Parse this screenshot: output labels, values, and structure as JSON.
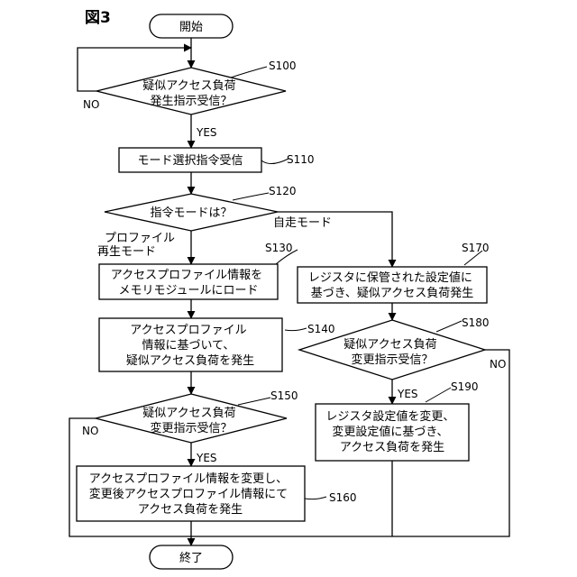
{
  "figure_label": "図3",
  "nodes": {
    "start": "開始",
    "s100": [
      "疑似アクセス負荷",
      "発生指示受信？"
    ],
    "s110": "モード選択指令受信",
    "s120": "指令モードは？",
    "s130": [
      "アクセスプロファイル情報を",
      "メモリモジュールにロード"
    ],
    "s140": [
      "アクセスプロファイル",
      "情報に基づいて、",
      "疑似アクセス負荷を発生"
    ],
    "s150": [
      "疑似アクセス負荷",
      "変更指示受信？"
    ],
    "s160": [
      "アクセスプロファイル情報を変更し、",
      "変更後アクセスプロファイル情報にて",
      "アクセス負荷を発生"
    ],
    "s170": [
      "レジスタに保管された設定値に",
      "基づき、疑似アクセス負荷発生"
    ],
    "s180": [
      "疑似アクセス負荷",
      "変更指示受信？"
    ],
    "s190": [
      "レジスタ設定値を変更、",
      "変更設定値に基づき、",
      "アクセス負荷を発生"
    ],
    "end": "終了"
  },
  "step_labels": {
    "s100": "S100",
    "s110": "S110",
    "s120": "S120",
    "s130": "S130",
    "s140": "S140",
    "s150": "S150",
    "s160": "S160",
    "s170": "S170",
    "s180": "S180",
    "s190": "S190"
  },
  "edge_labels": {
    "s100_no": "NO",
    "s100_yes": "YES",
    "profile_mode": [
      "プロファイル",
      "再生モード"
    ],
    "self_mode": "自走モード",
    "s150_no": "NO",
    "s150_yes": "YES",
    "s180_no": "NO",
    "s180_yes": "YES"
  }
}
